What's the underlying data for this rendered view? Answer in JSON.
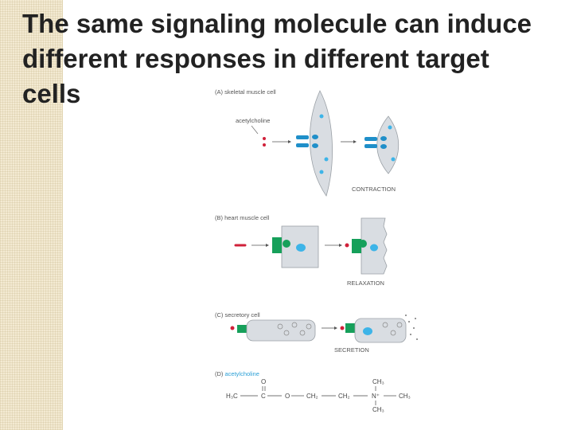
{
  "slide": {
    "title": "The same signaling molecule can induce different responses in different target cells"
  },
  "diagram": {
    "panel_a": {
      "label": "(A) skeletal muscle cell",
      "molecule": "acetylcholine",
      "response": "CONTRACTION"
    },
    "panel_b": {
      "label": "(B) heart muscle cell",
      "response": "RELAXATION"
    },
    "panel_c": {
      "label": "(C) secretory cell",
      "response": "SECRETION"
    },
    "panel_d": {
      "label_prefix": "(D) ",
      "label_name": "acetylcholine",
      "formula": {
        "h3c": "H₃C",
        "c1": "C",
        "o_top": "O",
        "o": "O",
        "ch2a": "CH₂",
        "ch2b": "CH₂",
        "n": "N⁺",
        "ch3_top": "CH₃",
        "ch3_right": "CH₃",
        "ch3_bottom": "CH₃"
      }
    }
  },
  "colors": {
    "cell": "#d9dde2",
    "receptor_blue": "#1f8fc9",
    "nucleus": "#3db4e8",
    "receptor_green": "#16a05a",
    "ligand": "#d0213a",
    "label_blue": "#2a9fd6"
  }
}
